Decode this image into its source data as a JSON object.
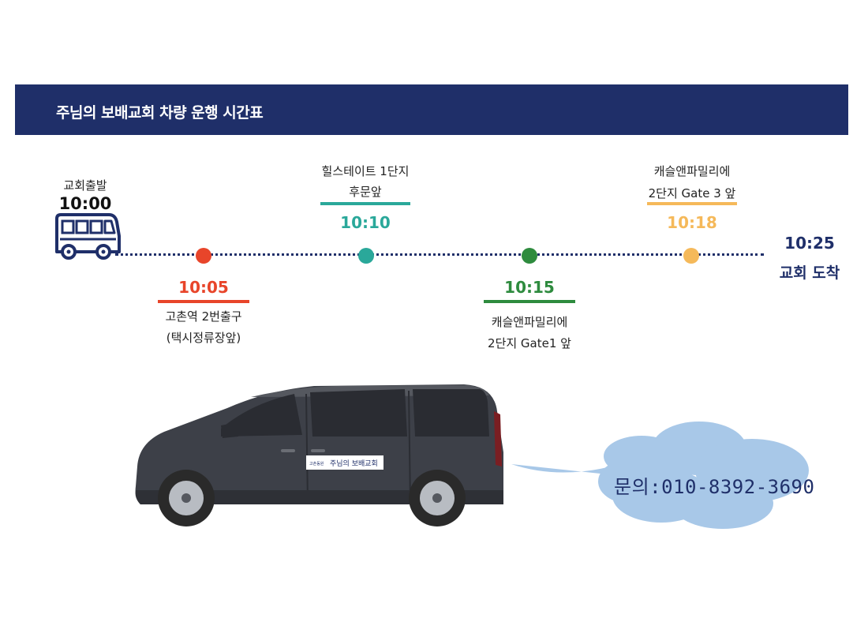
{
  "banner": {
    "title": "주님의 보배교회 차량 운행 시간표"
  },
  "colors": {
    "navy": "#1f2f69",
    "red": "#e8452a",
    "teal": "#2aa89a",
    "green": "#2e8b3e",
    "orange": "#f5b95a",
    "cloud": "#a8c8e8"
  },
  "stops": {
    "start": {
      "label": "교회출발",
      "time": "10:00"
    },
    "s1": {
      "time": "10:05",
      "line1": "고촌역 2번출구",
      "line2": "(택시정류장앞)"
    },
    "s2": {
      "line1": "힐스테이트 1단지",
      "line2": "후문앞",
      "time": "10:10"
    },
    "s3": {
      "time": "10:15",
      "line1": "캐슬앤파밀리에",
      "line2": "2단지 Gate1 앞"
    },
    "s4": {
      "line1": "캐슬앤파밀리에",
      "line2": "2단지 Gate 3 앞",
      "time": "10:18"
    },
    "end": {
      "time": "10:25",
      "label": "교회 도착"
    }
  },
  "van": {
    "sign": "주님의 보배교회",
    "sign_small": "고촌동원"
  },
  "contact": {
    "text": "문의:010-8392-3690"
  }
}
